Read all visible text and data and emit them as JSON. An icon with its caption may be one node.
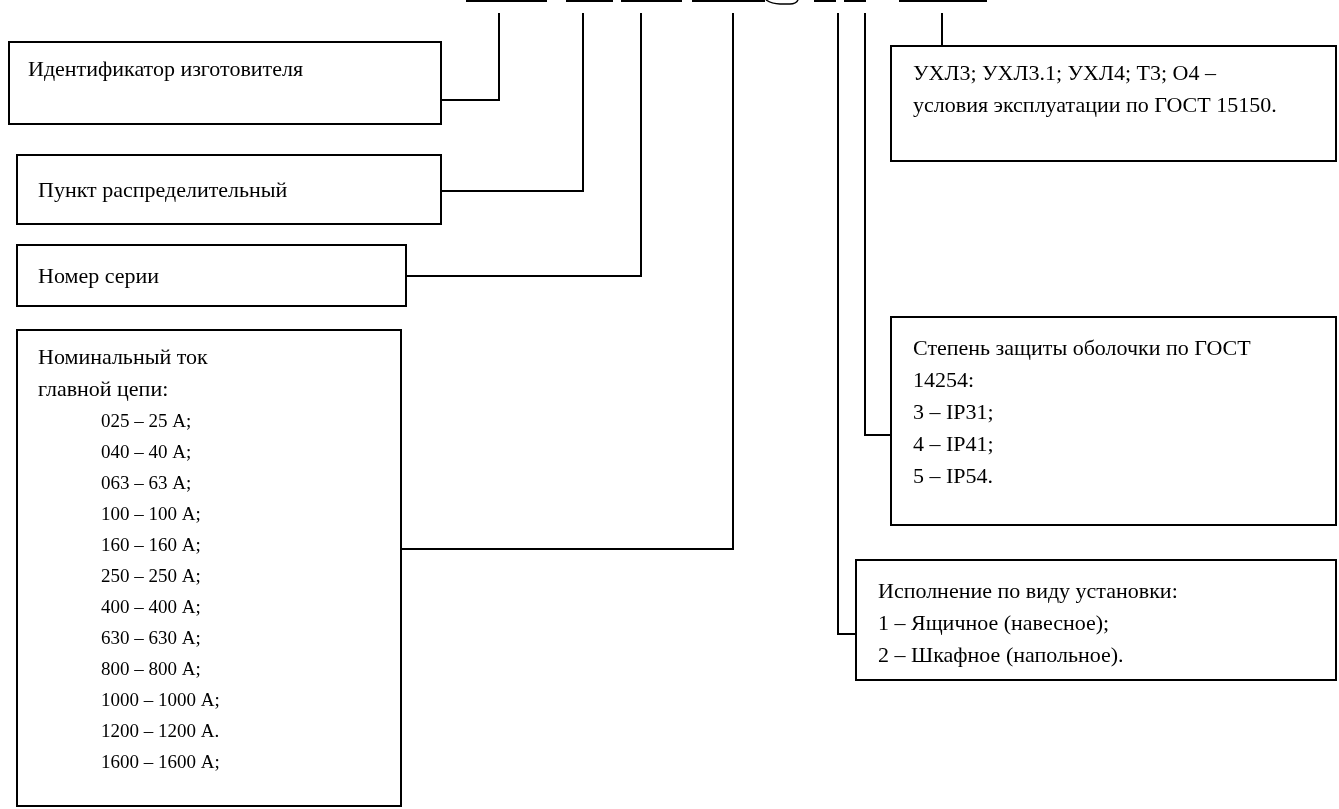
{
  "diagram": {
    "nodes": [
      {
        "text": [
          "Идентификатор изготовителя"
        ]
      },
      {
        "text": [
          "Пункт распределительный"
        ]
      },
      {
        "text": [
          "Номер серии"
        ]
      },
      {
        "text": [
          "Номинальный ток главной цепи:",
          "025 – 25 А;",
          "040 – 40 А;",
          "063 – 63 А;",
          "100 – 100 А;",
          "160 – 160 А;",
          "250 – 250 А;",
          "400 – 400 А;",
          "630 – 630 А;",
          "800 – 800 А;",
          "1000 – 1000 А;",
          "1200 – 1200 А.",
          "1600 – 1600 А;"
        ]
      },
      {
        "text": [
          "УХЛ3; УХЛ3.1; УХЛ4; Т3; О4 – условия эксплуатации по ГОСТ 15150."
        ]
      },
      {
        "text": [
          "Степень защиты оболочки по ГОСТ 14254:",
          "3 – IP31;",
          "4 – IP41;",
          "5 – IP54."
        ]
      },
      {
        "text": [
          "Исполнение по виду установки:",
          "1 – Ящичное (навесное);",
          "2 – Шкафное (напольное)."
        ]
      }
    ],
    "edges": [
      {
        "from": null,
        "to": 0,
        "arrow": "none"
      },
      {
        "from": null,
        "to": 1,
        "arrow": "none"
      },
      {
        "from": null,
        "to": 2,
        "arrow": "none"
      },
      {
        "from": null,
        "to": 3,
        "arrow": "none"
      },
      {
        "from": null,
        "to": 6,
        "arrow": "none"
      },
      {
        "from": null,
        "to": 5,
        "arrow": "none"
      },
      {
        "from": null,
        "to": 4,
        "arrow": "none"
      }
    ]
  }
}
